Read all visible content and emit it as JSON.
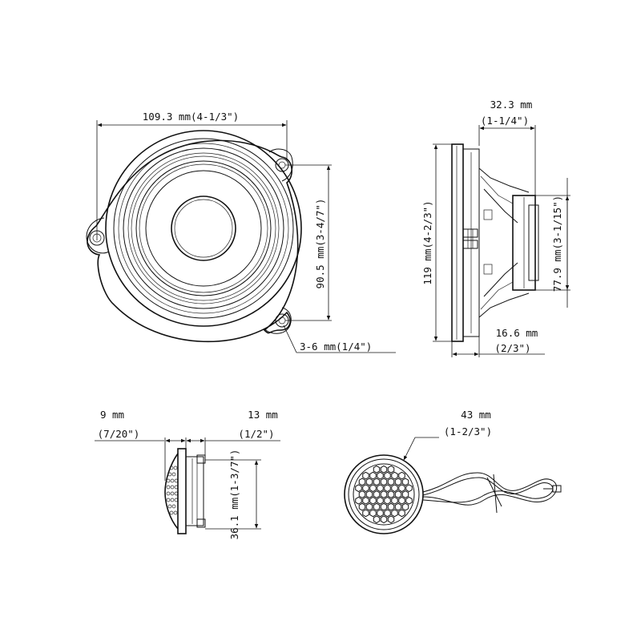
{
  "dimensions": {
    "woofer_diameter": "109.3 mm(4-1/3\")",
    "woofer_mount_height": "90.5 mm(3-4/7\")",
    "woofer_hole": "3-6 mm(1/4\")",
    "woofer_depth_mm": "32.3 mm",
    "woofer_depth_in": "(1-1/4\")",
    "woofer_height": "119 mm(4-2/3\")",
    "woofer_magnet": "77.9 mm(3-1/15\")",
    "woofer_flange_mm": "16.6 mm",
    "woofer_flange_in": "(2/3\")",
    "tweeter_front_mm": "9 mm",
    "tweeter_front_in": "(7/20\")",
    "tweeter_rear_mm": "13 mm",
    "tweeter_rear_in": "(1/2\")",
    "tweeter_height": "36.1 mm(1-3/7\")",
    "tweeter_diameter_mm": "43 mm",
    "tweeter_diameter_in": "(1-2/3\")"
  },
  "colors": {
    "line": "#111111",
    "background": "#ffffff"
  }
}
